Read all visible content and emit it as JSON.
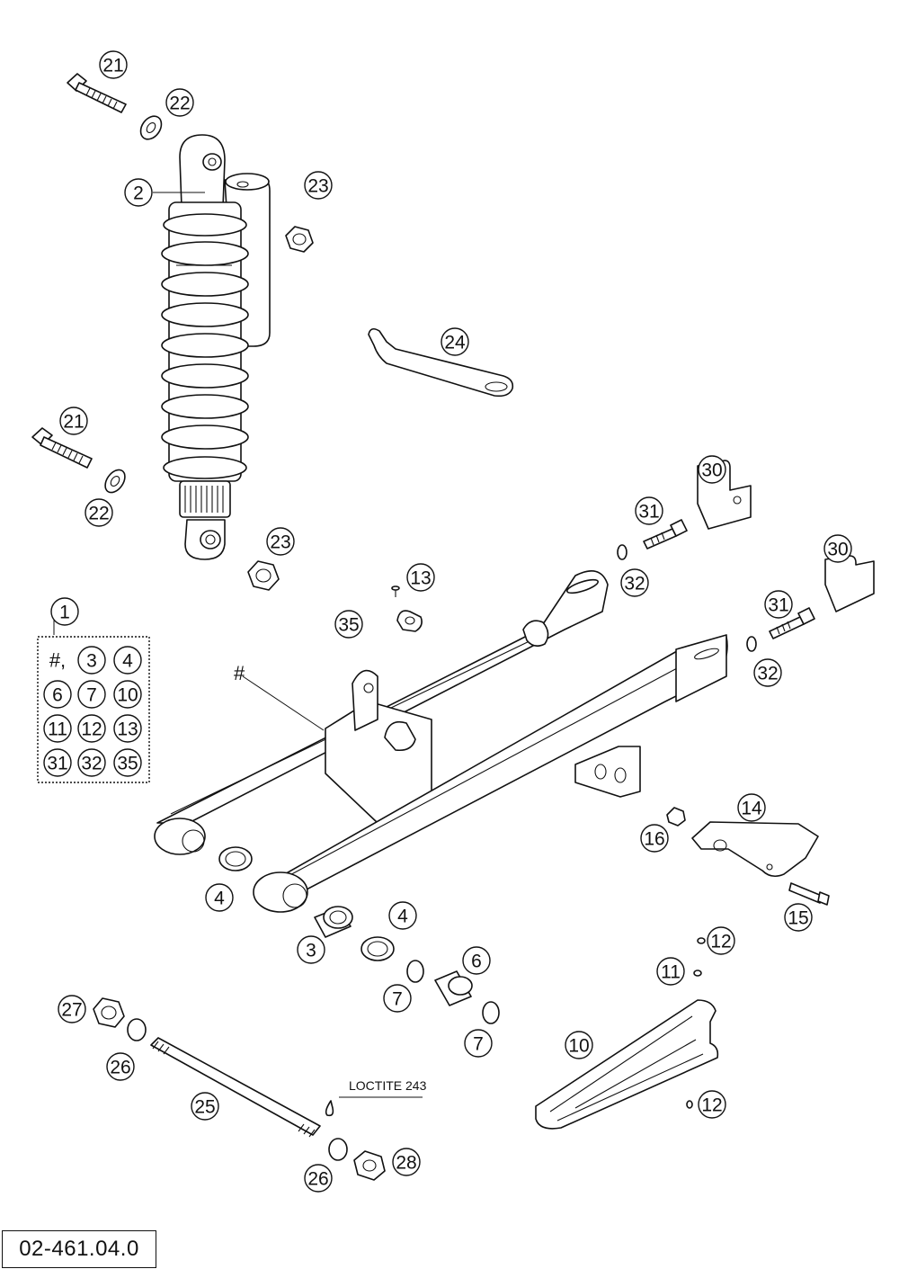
{
  "diagram_code": "02-461.04.0",
  "note_loctite": "LOCTITE 243",
  "kit_hash_label": "#,",
  "frame_hash_label": "#",
  "kit_items": [
    "3",
    "4",
    "6",
    "7",
    "10",
    "11",
    "12",
    "13",
    "31",
    "32",
    "35"
  ],
  "callouts": [
    {
      "id": "c21a",
      "label": "21"
    },
    {
      "id": "c22a",
      "label": "22"
    },
    {
      "id": "c2",
      "label": "2"
    },
    {
      "id": "c23a",
      "label": "23"
    },
    {
      "id": "c24",
      "label": "24"
    },
    {
      "id": "c21b",
      "label": "21"
    },
    {
      "id": "c22b",
      "label": "22"
    },
    {
      "id": "c23b",
      "label": "23"
    },
    {
      "id": "c30a",
      "label": "30"
    },
    {
      "id": "c31a",
      "label": "31"
    },
    {
      "id": "c32a",
      "label": "32"
    },
    {
      "id": "c30b",
      "label": "30"
    },
    {
      "id": "c31b",
      "label": "31"
    },
    {
      "id": "c32b",
      "label": "32"
    },
    {
      "id": "c13",
      "label": "13"
    },
    {
      "id": "c35",
      "label": "35"
    },
    {
      "id": "c1",
      "label": "1"
    },
    {
      "id": "c14",
      "label": "14"
    },
    {
      "id": "c16",
      "label": "16"
    },
    {
      "id": "c15",
      "label": "15"
    },
    {
      "id": "c4a",
      "label": "4"
    },
    {
      "id": "c4b",
      "label": "4"
    },
    {
      "id": "c3",
      "label": "3"
    },
    {
      "id": "c6",
      "label": "6"
    },
    {
      "id": "c7a",
      "label": "7"
    },
    {
      "id": "c7b",
      "label": "7"
    },
    {
      "id": "c12a",
      "label": "12"
    },
    {
      "id": "c11",
      "label": "11"
    },
    {
      "id": "c27",
      "label": "27"
    },
    {
      "id": "c26a",
      "label": "26"
    },
    {
      "id": "c25",
      "label": "25"
    },
    {
      "id": "c10",
      "label": "10"
    },
    {
      "id": "c12b",
      "label": "12"
    },
    {
      "id": "c26b",
      "label": "26"
    },
    {
      "id": "c28",
      "label": "28"
    }
  ]
}
